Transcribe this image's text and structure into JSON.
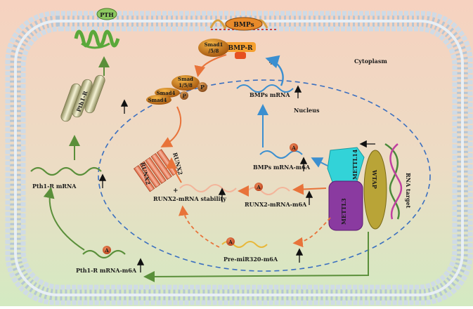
{
  "labels": {
    "pth": "PTH",
    "bmps": "BMPs",
    "bmp_r": "BMP-R",
    "smad1": "Smad1\n/5/8",
    "smad158": "Smad\n1/5/8",
    "smad4a": "Smad4",
    "smad4b": "Smad4",
    "p1": "P",
    "p2": "P",
    "plus_bmp": "+",
    "cytoplasm": "Cytoplasm",
    "nucleus": "Nucleus",
    "bmps_mrna": "BMPs mRNA",
    "pth1r_vertical": "Pth1-R",
    "runx2": "RUNX2",
    "plus_runx2": "+",
    "bmps_mrna_m6a": "BMPs mRNA-m6A",
    "mettl14": "METTL14",
    "mettl3": "METTL3",
    "wtap": "WTAP",
    "rna_target": "RNA target",
    "pth1r_mrna": "Pth1-R mRNA",
    "runx2_stability": "RUNX2-mRNA stability",
    "runx2_m6a": "RUNX2-mRNA-m6A",
    "pre_mir": "Pre-miR320-m6A",
    "pth1r_m6a": "Pth1-R mRNA-m6A",
    "a_mark": "A"
  },
  "colors": {
    "bg_top": "#f6d2c0",
    "bg_bottom": "#d6ebc4",
    "membrane": "#b8c8d8",
    "nucleus_border": "#3a6fc0",
    "green_arrow": "#5a8f3a",
    "orange_arrow": "#e8733a",
    "blue_arrow": "#3b8fd0",
    "smad": "#c46a12",
    "mettl14": "#32d3d8",
    "mettl3": "#8a3aa0",
    "wtap": "#b9a437"
  }
}
